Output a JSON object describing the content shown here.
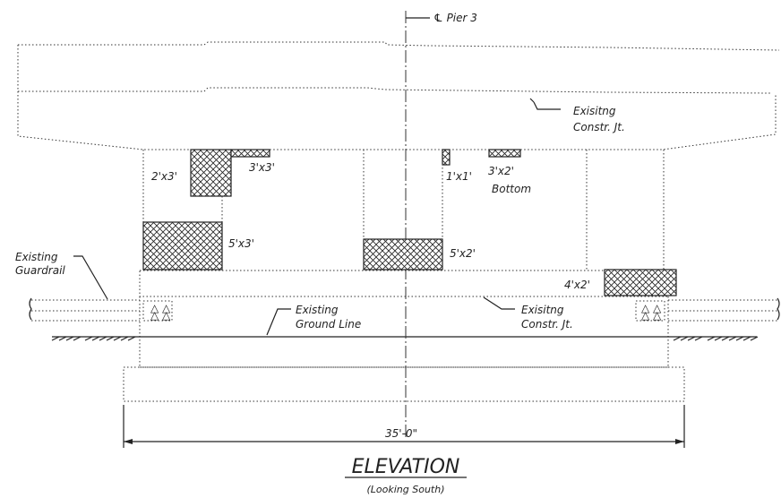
{
  "labels": {
    "pier": "℄ Pier 3",
    "constr_jt_top_1": "Exisitng",
    "constr_jt_top_2": "Constr. Jt.",
    "guardrail_1": "Existing",
    "guardrail_2": "Guardrail",
    "ground_1": "Existing",
    "ground_2": "Ground Line",
    "constr_jt_bot_1": "Exisitng",
    "constr_jt_bot_2": "Constr. Jt.",
    "dimension": "35'-0\"",
    "title": "ELEVATION",
    "subtitle": "(Looking South)"
  },
  "repair_areas": [
    {
      "size": "2'x3'"
    },
    {
      "size": "3'x3'"
    },
    {
      "size": "1'x1'"
    },
    {
      "size": "3'x2'",
      "note": "Bottom"
    },
    {
      "size": "5'x3'"
    },
    {
      "size": "5'x2'"
    },
    {
      "size": "4'x2'"
    }
  ]
}
